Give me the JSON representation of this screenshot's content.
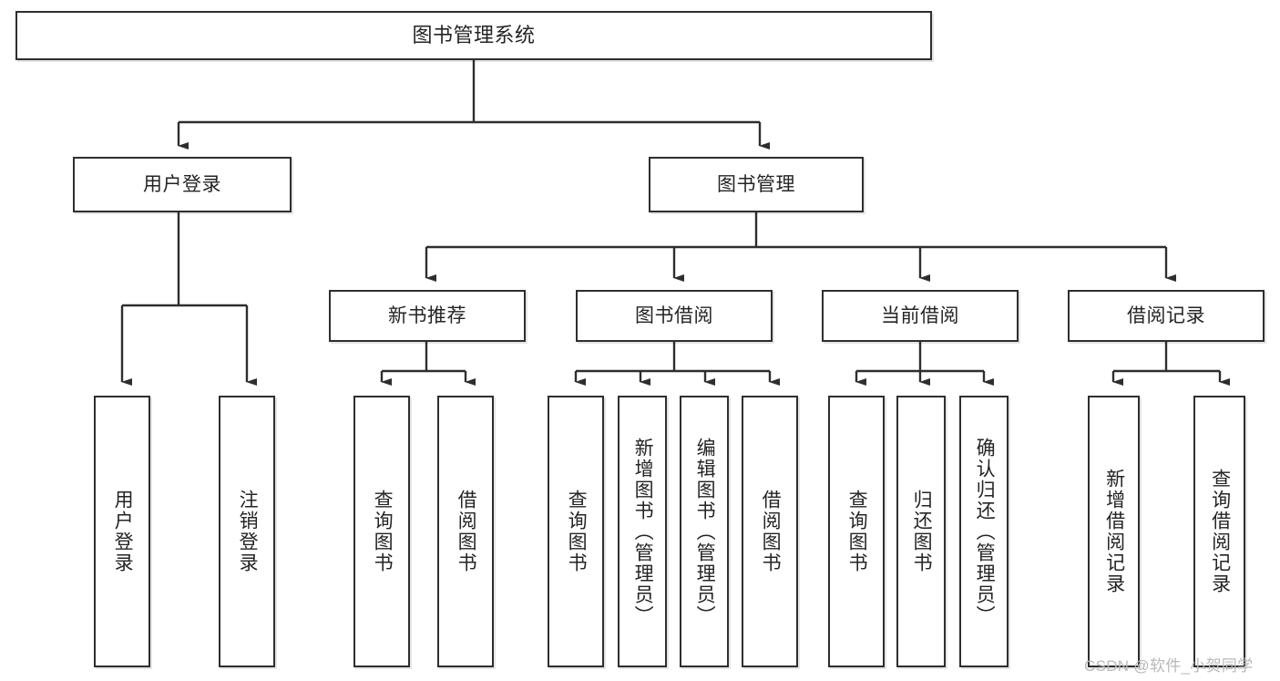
{
  "diagram": {
    "title": "图书管理系统",
    "type": "tree-hierarchy-chart",
    "watermark": "CSDN @软件_小贺同学",
    "colors": {
      "box_border": "#2e2e2e",
      "box_fill": "#ffffff",
      "connector": "#2e2e2e",
      "text": "#242424",
      "watermark": "#b9b9b9",
      "background": "#ffffff"
    },
    "nodes": {
      "root": {
        "label": "图书管理系统"
      },
      "level2": [
        {
          "id": "user-login",
          "label": "用户登录"
        },
        {
          "id": "book-management",
          "label": "图书管理"
        }
      ],
      "level3": [
        {
          "id": "new-book-recommend",
          "label": "新书推荐"
        },
        {
          "id": "book-borrow",
          "label": "图书借阅"
        },
        {
          "id": "current-borrow",
          "label": "当前借阅"
        },
        {
          "id": "borrow-record",
          "label": "借阅记录"
        }
      ],
      "leaves": {
        "user_login": [
          {
            "id": "leaf-user-login",
            "label": "用户登录"
          },
          {
            "id": "leaf-logout-login",
            "label": "注销登录"
          }
        ],
        "new_book_recommend": [
          {
            "id": "leaf-query-book-1",
            "label": "查询图书"
          },
          {
            "id": "leaf-borrow-book-1",
            "label": "借阅图书"
          }
        ],
        "book_borrow": [
          {
            "id": "leaf-query-book-2",
            "label": "查询图书"
          },
          {
            "id": "leaf-add-book",
            "label": "新增图书（管理员）"
          },
          {
            "id": "leaf-edit-book",
            "label": "编辑图书（管理员）"
          },
          {
            "id": "leaf-borrow-book-2",
            "label": "借阅图书"
          }
        ],
        "current_borrow": [
          {
            "id": "leaf-query-book-3",
            "label": "查询图书"
          },
          {
            "id": "leaf-return-book",
            "label": "归还图书"
          },
          {
            "id": "leaf-confirm-return",
            "label": "确认归还（管理员）"
          }
        ],
        "borrow_record": [
          {
            "id": "leaf-add-record",
            "label": "新增借阅记录"
          },
          {
            "id": "leaf-query-record",
            "label": "查询借阅记录"
          }
        ]
      }
    }
  }
}
